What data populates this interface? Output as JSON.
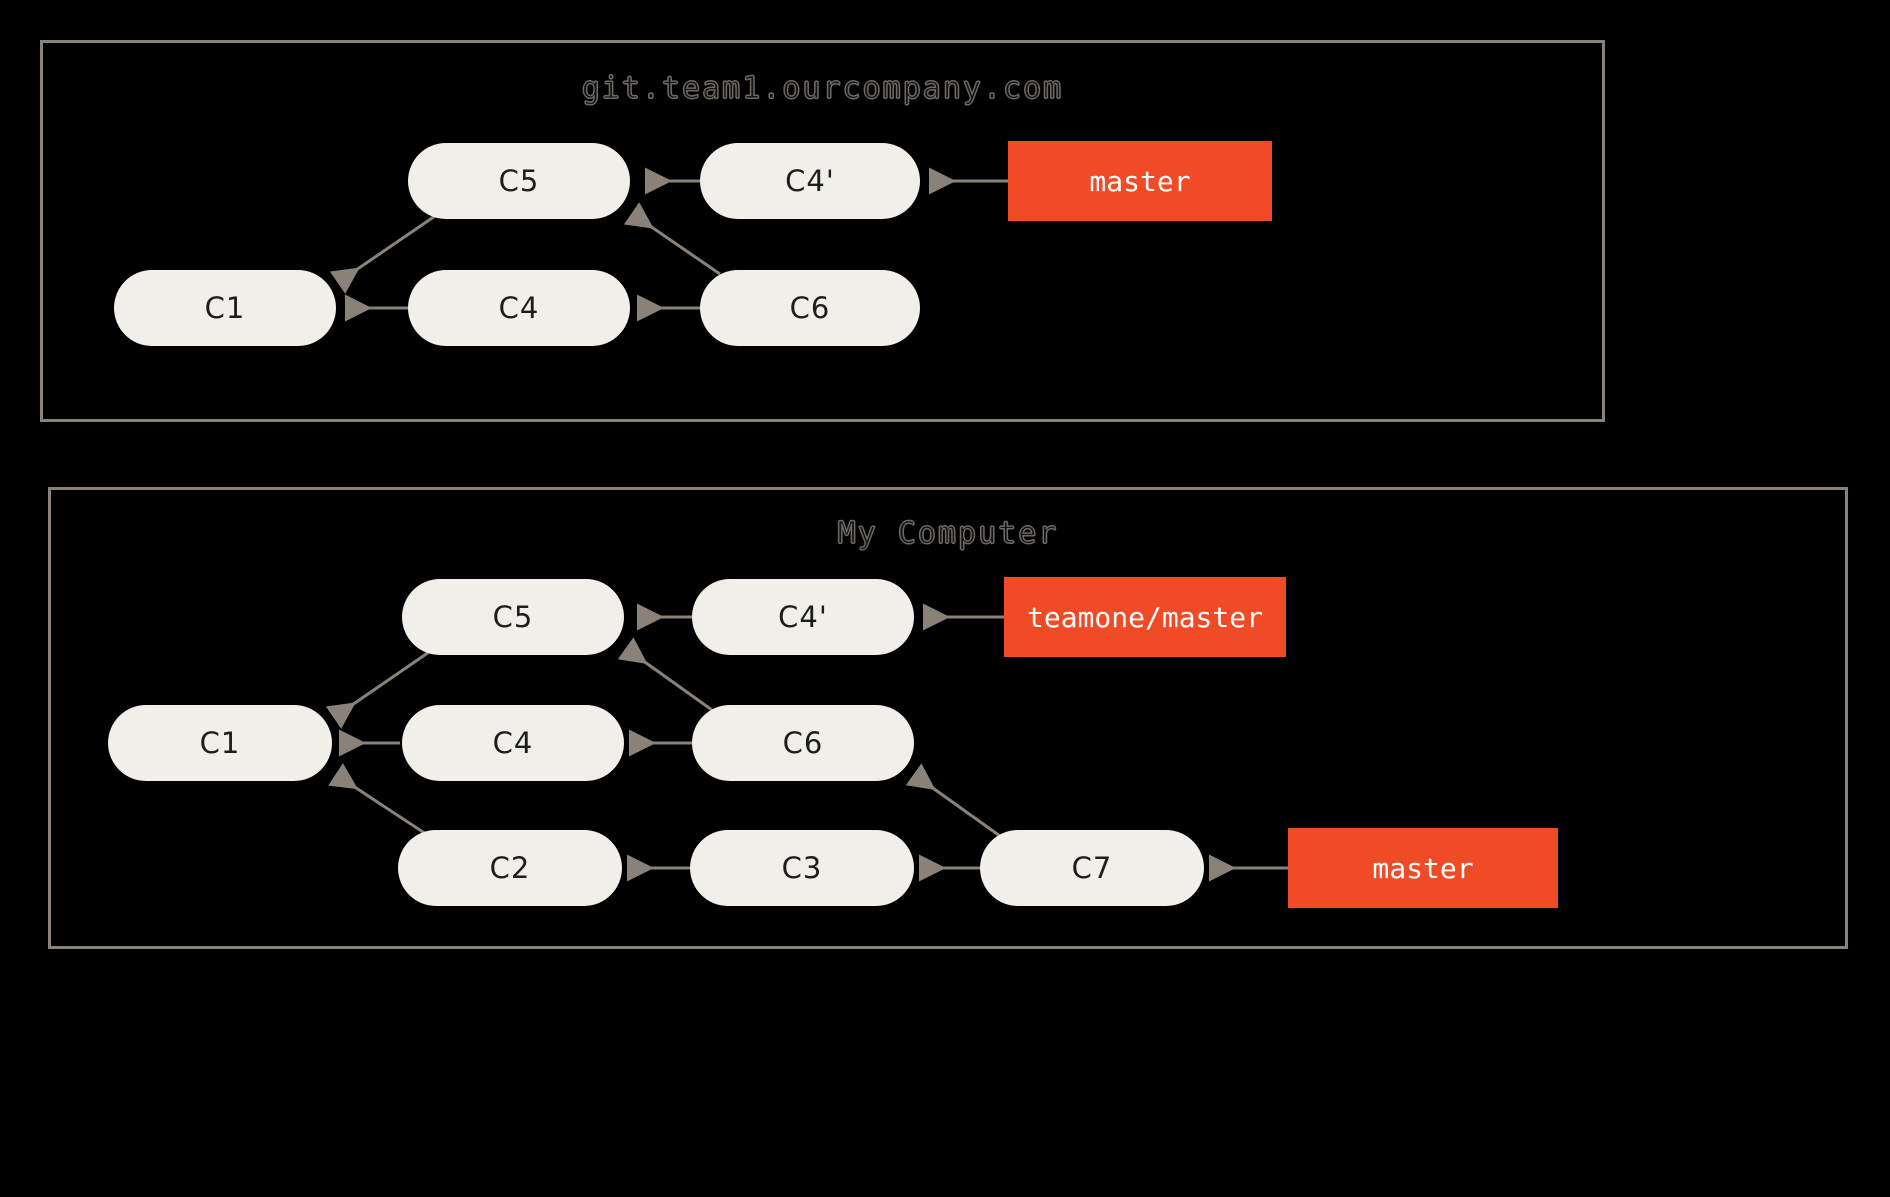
{
  "colors": {
    "background": "#000000",
    "panel_border": "#8a8178",
    "commit_fill": "#f0efe9",
    "commit_text": "#1d1d1d",
    "branch_fill": "#f04a27",
    "branch_text": "#ffffff",
    "arrow": "#8a8178",
    "title_text": "#121212",
    "title_stroke": "#6e6a64"
  },
  "panels": [
    {
      "id": "remote",
      "title": "git.team1.ourcompany.com"
    },
    {
      "id": "local",
      "title": "My Computer"
    }
  ],
  "remote": {
    "commits": [
      {
        "id": "c5",
        "label": "C5"
      },
      {
        "id": "c4p",
        "label": "C4'"
      },
      {
        "id": "c1",
        "label": "C1"
      },
      {
        "id": "c4",
        "label": "C4"
      },
      {
        "id": "c6",
        "label": "C6"
      }
    ],
    "branches": [
      {
        "id": "master",
        "label": "master"
      }
    ]
  },
  "local": {
    "commits": [
      {
        "id": "c5",
        "label": "C5"
      },
      {
        "id": "c4p",
        "label": "C4'"
      },
      {
        "id": "c1",
        "label": "C1"
      },
      {
        "id": "c4",
        "label": "C4"
      },
      {
        "id": "c6",
        "label": "C6"
      },
      {
        "id": "c2",
        "label": "C2"
      },
      {
        "id": "c3",
        "label": "C3"
      },
      {
        "id": "c7",
        "label": "C7"
      }
    ],
    "branches": [
      {
        "id": "teamone-master",
        "label": "teamone/master"
      },
      {
        "id": "master",
        "label": "master"
      }
    ]
  }
}
